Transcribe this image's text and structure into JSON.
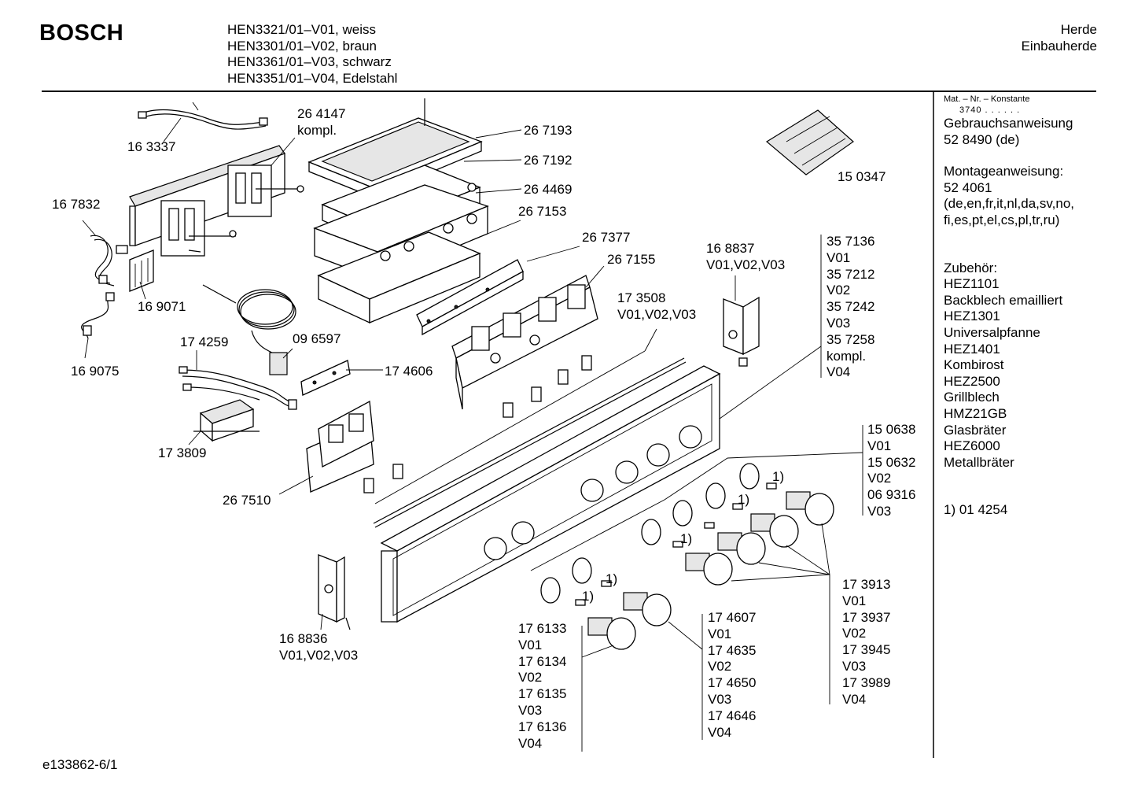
{
  "header": {
    "brand": "BOSCH",
    "models": [
      "HEN3321/01–V01, weiss",
      "HEN3301/01–V02, braun",
      "HEN3361/01–V03, schwarz",
      "HEN3351/01–V04, Edelstahl"
    ],
    "category": [
      "Herde",
      "Einbauherde"
    ]
  },
  "sidebar": {
    "mat_label": "Mat. – Nr. – Konstante",
    "mat_value": "3740 . . . . . .",
    "manual_title": "Gebrauchsanweisung",
    "manual_number": "52 8490 (de)",
    "assembly_title": "Montageanweisung:",
    "assembly_number": "52 4061",
    "assembly_langs_1": "(de,en,fr,it,nl,da,sv,no,",
    "assembly_langs_2": "fi,es,pt,el,cs,pl,tr,ru)",
    "accessories_title": "Zubehör:",
    "accessories": [
      "HEZ1101",
      "Backblech emailliert",
      "HEZ1301",
      "Universalpfanne",
      "HEZ1401",
      "Kombirost",
      "HEZ2500",
      "Grillblech",
      "HMZ21GB",
      "Glasbräter",
      "HEZ6000",
      "Metallbräter"
    ],
    "footnote": "1) 01 4254"
  },
  "labels": {
    "p163337": "16 3337",
    "p264147": [
      "26 4147",
      "kompl."
    ],
    "p267193": "26 7193",
    "p267192": "26 7192",
    "p264469": "26 4469",
    "p267153": "26 7153",
    "p267377": "26 7377",
    "p267155": "26 7155",
    "p167832": "16 7832",
    "p169071": "16 9071",
    "p169075": "16 9075",
    "p174259": "17 4259",
    "p096597": "09 6597",
    "p174606": "17 4606",
    "p173809": "17 3809",
    "p267510": "26 7510",
    "p173508": [
      "17 3508",
      "V01,V02,V03"
    ],
    "p168837": [
      "16 8837",
      "V01,V02,V03"
    ],
    "p150347": "15 0347",
    "p357136": [
      "35 7136",
      "V01",
      "35 7212",
      "V02",
      "35 7242",
      "V03",
      "35 7258",
      "kompl.",
      "V04"
    ],
    "p150638": [
      "15 0638",
      "V01",
      "15 0632",
      "V02",
      "06 9316",
      "V03"
    ],
    "p173913": [
      "17 3913",
      "V01",
      "17 3937",
      "V02",
      "17 3945",
      "V03",
      "17 3989",
      "V04"
    ],
    "p174607": [
      "17 4607",
      "V01",
      "17 4635",
      "V02",
      "17 4650",
      "V03",
      "17 4646",
      "V04"
    ],
    "p176133": [
      "17 6133",
      "V01",
      "17 6134",
      "V02",
      "17 6135",
      "V03",
      "17 6136",
      "V04"
    ],
    "p168836": [
      "16 8836",
      "V01,V02,V03"
    ],
    "footnote_mark": "1)"
  },
  "footer": {
    "drawing_id": "e133862-6/1"
  }
}
